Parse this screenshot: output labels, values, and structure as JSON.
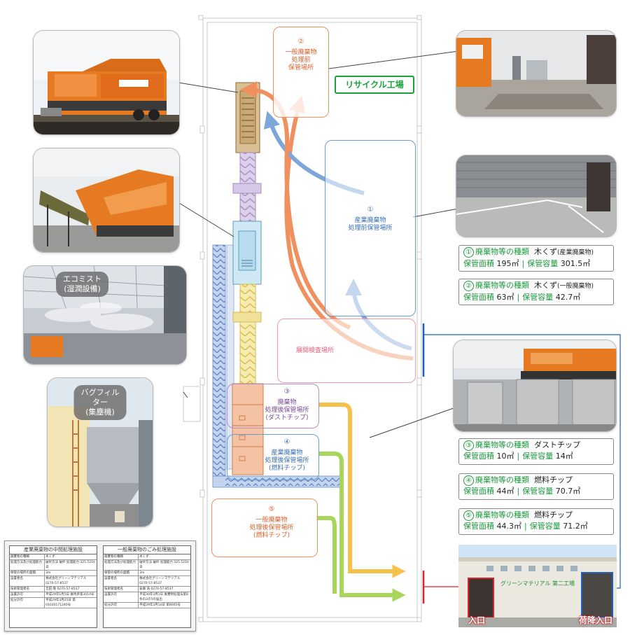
{
  "factory_label": "リサイクル工場",
  "zones": [
    {
      "num": "①",
      "label": "産業廃棄物\n処理前保管場所",
      "color": "#6b9bd6"
    },
    {
      "num": "②",
      "label": "一般廃棄物\n処理前\n保管場所",
      "color": "#f0905e"
    },
    {
      "num": "③",
      "label": "廃棄物\n処理後保管場所\n(ダストチップ)",
      "color": "#b58ec8"
    },
    {
      "num": "④",
      "label": "産業廃棄物\n処理後保管場所\n(燃料チップ)",
      "color": "#6b9bd6"
    },
    {
      "num": "⑤",
      "label": "一般廃棄物\n処理後保管場所\n(燃料チップ)",
      "color": "#f0905e"
    }
  ],
  "inspection_area": {
    "label": "展開検査場所",
    "color": "#f19ab0"
  },
  "photo_labels": {
    "mist": "エコミスト\n(湿潤設備)",
    "bagfilter": "バグフィルター\n(集塵機)",
    "entrance": "入口",
    "loading_entrance": "荷降入口",
    "building_sign": "グリーンマテリアル 第二工場"
  },
  "info_boxes": [
    {
      "num": "①",
      "type_label": "廃棄物等の種類",
      "type_value": "木くず",
      "type_note": "(産業廃棄物)",
      "area_label": "保管面積",
      "area_value": "195㎡",
      "cap_label": "保管容量",
      "cap_value": "301.5㎥"
    },
    {
      "num": "②",
      "type_label": "廃棄物等の種類",
      "type_value": "木くず",
      "type_note": "(一般廃棄物)",
      "area_label": "保管面積",
      "area_value": "63㎡",
      "cap_label": "保管容量",
      "cap_value": "42.7㎥"
    },
    {
      "num": "③",
      "type_label": "廃棄物等の種類",
      "type_value": "ダストチップ",
      "type_note": "",
      "area_label": "保管面積",
      "area_value": "10㎡",
      "cap_label": "保管容量",
      "cap_value": "14㎥"
    },
    {
      "num": "④",
      "type_label": "廃棄物等の種類",
      "type_value": "燃料チップ",
      "type_note": "",
      "area_label": "保管面積",
      "area_value": "44㎡",
      "cap_label": "保管容量",
      "cap_value": "70.7㎥"
    },
    {
      "num": "⑤",
      "type_label": "廃棄物等の種類",
      "type_value": "燃料チップ",
      "type_note": "",
      "area_label": "保管面積",
      "area_value": "44.3㎡",
      "cap_label": "保管容量",
      "cap_value": "71.2㎥"
    }
  ],
  "signboard": {
    "left_title": "産業廃棄物の中間処理施設",
    "right_title": "一般廃棄物のごみ処理施設",
    "left_rows": [
      [
        "廃棄物の種類",
        "木くず"
      ],
      [
        "処理方法及び処理能力",
        "破砕方法 破砕 処理能力 325.521t/日"
      ],
      [
        "保管の場所の面積",
        "3m"
      ],
      [
        "設置者名",
        "株式会社グリーンマテリアル 0270-57-8537"
      ],
      [
        "技術管理者名",
        "吉田 隆 0270-57-8537"
      ],
      [
        "設置許可",
        "平成29年1月5日 群馬県第3014号"
      ],
      [
        "処分許可",
        "平成29年3月25日 第01030171240号"
      ]
    ],
    "right_rows": [
      [
        "廃棄物の種類",
        "木くず"
      ],
      [
        "処理方法及び処理能力",
        "破砕方法 破砕 処理能力 325.521t/日"
      ],
      [
        "保管の場所の面積",
        "3m"
      ],
      [
        "設置者名",
        "株式会社グリーンマテリアル 0270-57-8537"
      ],
      [
        "技術管理者名",
        "安藤 浩 0270-57-8537"
      ],
      [
        "設置許可",
        "平成30年3月1日 廃棄物処理法第8条の2の5の届出"
      ],
      [
        "処分許可",
        "平成29年3月14日 第8005号"
      ]
    ]
  },
  "colors": {
    "green": "#1a9a3a",
    "blue": "#6b9bd6",
    "orange": "#f0905e",
    "purple": "#b58ec8",
    "pink": "#f19ab0",
    "yellow_arrow": "#f7c04a",
    "lime_arrow": "#a8d65a",
    "machine_orange": "#e57a22"
  }
}
